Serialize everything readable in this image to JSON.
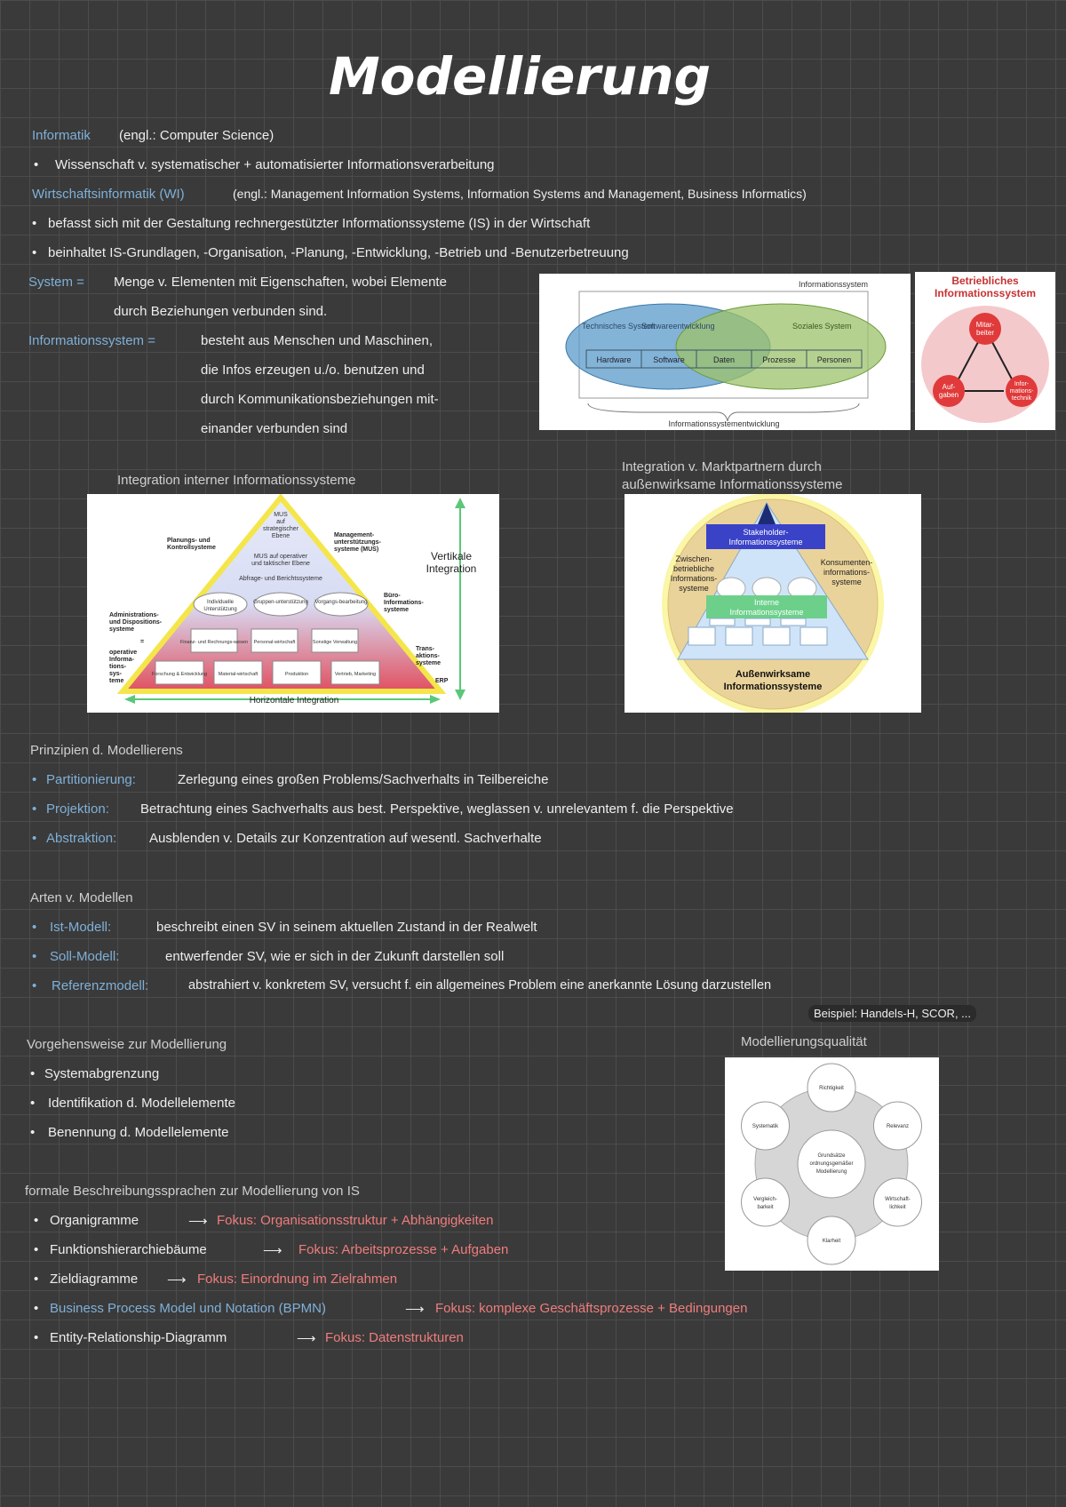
{
  "title": "Modellierung",
  "intro": {
    "informatik_term": "Informatik",
    "informatik_engl": "(engl.: Computer Science)",
    "informatik_def": "Wissenschaft v. systematischer + automatisierter Informationsverarbeitung",
    "wi_term": "Wirtschaftsinformatik (WI)",
    "wi_engl": "(engl.: Management Information Systems, Information Systems and Management, Business Informatics)",
    "wi_bullet1": "befasst sich mit der Gestaltung rechnergestützter Informationssysteme (IS) in der Wirtschaft",
    "wi_bullet2": "beinhaltet IS-Grundlagen, -Organisation, -Planung, -Entwicklung, -Betrieb und -Benutzerbetreuung",
    "system_term": "System =",
    "system_def_1": "Menge v. Elementen mit Eigenschaften, wobei Elemente",
    "system_def_2": "durch Beziehungen verbunden sind.",
    "is_term": "Informationssystem =",
    "is_def_1": "besteht aus Menschen und Maschinen,",
    "is_def_2": "die Infos erzeugen u./o. benutzen und",
    "is_def_3": "durch Kommunikationsbeziehungen mit-",
    "is_def_4": "einander verbunden sind"
  },
  "venn": {
    "outer_label": "Informationssystem",
    "tech": "Technisches System",
    "soft": "Softwareentwicklung",
    "social": "Soziales System",
    "boxes": [
      "Hardware",
      "Software",
      "Daten",
      "Prozesse",
      "Personen"
    ],
    "bottom": "Informationssystementwicklung"
  },
  "bis": {
    "title": "Betriebliches Informationssystem",
    "node_top": "Mitar-beiter",
    "node_left": "Auf-gaben",
    "node_right": "Infor-mations-technik"
  },
  "pyramid": {
    "caption": "Integration interner Informationssysteme",
    "apex": "MUS auf strategischer Ebene",
    "level2": "MUS auf operativer und taktischer Ebene",
    "level3": "Abfrage- und Berichtssysteme",
    "level4": [
      "Individuelle Unterstützung",
      "Gruppen-unterstützung",
      "Vorgangs-bearbeitung"
    ],
    "level5": [
      "Finanz- und Rechnungs-wesen",
      "Personal-wirtschaft",
      "Sonstige Verwaltung"
    ],
    "level6": [
      "Forschung & Entwicklung",
      "Material-wirtschaft",
      "Produktion",
      "Vertrieb, Marketing"
    ],
    "left_top": "Planungs- und Kontrollsysteme",
    "left_mid": "Administrations- und Dispositions-systeme",
    "left_eq": "=",
    "left_bot": "operative Informa-tions-sys-teme",
    "right_top": "Management-unterstützungs-systeme (MUS)",
    "right_mid": "Büro-Informations-systeme",
    "right_bot": "Trans-aktions-systeme",
    "erp": "ERP",
    "vertical": "Vertikale Integration",
    "horizontal": "Horizontale Integration"
  },
  "circle": {
    "caption": "Integration v. Marktpartnern durch außenwirksame Informationssysteme",
    "stakeholder": "Stakeholder-Informationssysteme",
    "left": "Zwischen-betriebliche Informations-systeme",
    "right": "Konsumenten-informations-systeme",
    "intern": "Interne Informationssysteme",
    "bottom": "Außenwirksame Informationssysteme"
  },
  "principles": {
    "heading": "Prinzipien d. Modellierens",
    "items": [
      {
        "term": "Partitionierung:",
        "text": "Zerlegung eines großen Problems/Sachverhalts in Teilbereiche"
      },
      {
        "term": "Projektion:",
        "text": "Betrachtung eines Sachverhalts aus best. Perspektive, weglassen v. unrelevantem f. die Perspektive"
      },
      {
        "term": "Abstraktion:",
        "text": "Ausblenden v. Details zur Konzentration auf wesentl. Sachverhalte"
      }
    ]
  },
  "models": {
    "heading": "Arten v. Modellen",
    "items": [
      {
        "term": "Ist-Modell:",
        "text": "beschreibt einen SV in seinem aktuellen Zustand in der Realwelt"
      },
      {
        "term": "Soll-Modell:",
        "text": "entwerfender SV, wie er sich in der Zukunft darstellen soll"
      },
      {
        "term": "Referenzmodell:",
        "text": "abstrahiert v. konkretem SV, versucht f. ein allgemeines Problem eine anerkannte Lösung darzustellen"
      }
    ],
    "example": "Beispiel: Handels-H, SCOR, ..."
  },
  "approach": {
    "heading": "Vorgehensweise zur Modellierung",
    "items": [
      "Systemabgrenzung",
      "Identifikation d. Modellelemente",
      "Benennung d. Modellelemente"
    ]
  },
  "quality": {
    "caption": "Modellierungsqualität",
    "center": "Grundsätze ordnungsgemäßer Modellierung",
    "nodes": [
      "Richtigkeit",
      "Relevanz",
      "Wirtschaft-lichkeit",
      "Klarheit",
      "Vergleich-barkeit",
      "Systematik"
    ]
  },
  "formal": {
    "heading": "formale Beschreibungssprachen zur Modellierung von IS",
    "items": [
      {
        "term": "Organigramme",
        "arrow": "⟶",
        "focus": "Fokus: Organisationsstruktur + Abhängigkeiten"
      },
      {
        "term": "Funktionshierarchiebäume",
        "arrow": "⟶",
        "focus": "Fokus: Arbeitsprozesse + Aufgaben"
      },
      {
        "term": "Zieldiagramme",
        "arrow": "⟶",
        "focus": "Fokus: Einordnung im Zielrahmen"
      },
      {
        "term": "Business Process Model und Notation (BPMN)",
        "arrow": "⟶",
        "focus": "Fokus: komplexe Geschäftsprozesse + Bedingungen"
      },
      {
        "term": "Entity-Relationship-Diagramm",
        "arrow": "⟶",
        "focus": "Fokus: Datenstrukturen"
      }
    ]
  },
  "colors": {
    "accent_blue": "#7fb0d8",
    "accent_red": "#f07c7c",
    "background": "#3a3a3a"
  }
}
